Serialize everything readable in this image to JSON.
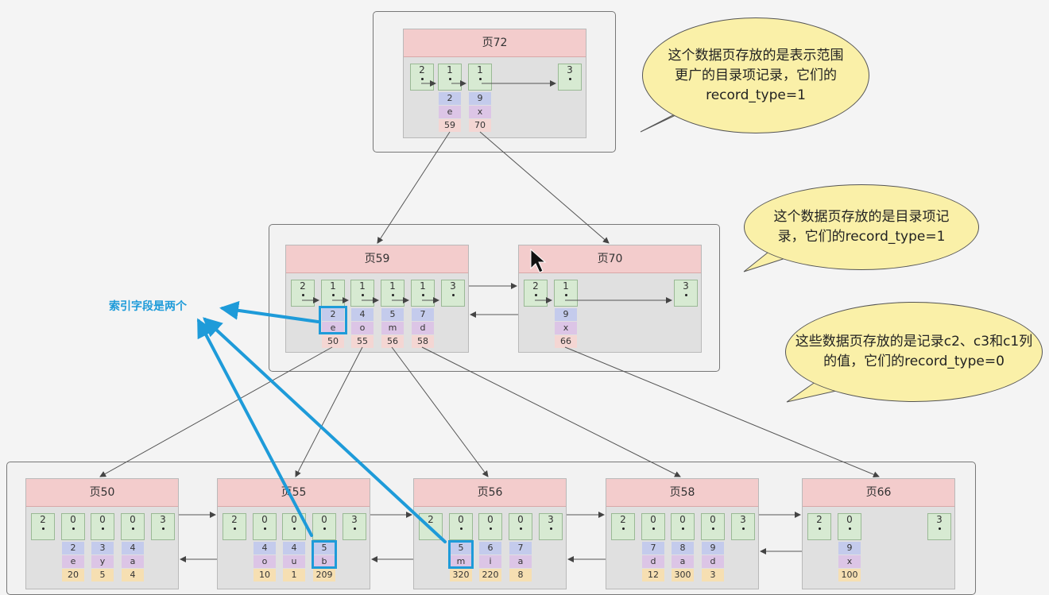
{
  "pages": {
    "p72": {
      "title": "页72",
      "records": [
        "2",
        "1",
        "1",
        "3"
      ],
      "c2": [
        "2",
        "9"
      ],
      "c3": [
        "e",
        "x"
      ],
      "c1": [
        "59",
        "70"
      ]
    },
    "p59": {
      "title": "页59",
      "records": [
        "2",
        "1",
        "1",
        "1",
        "1",
        "3"
      ],
      "c2": [
        "2",
        "4",
        "5",
        "7"
      ],
      "c3": [
        "e",
        "o",
        "m",
        "d"
      ],
      "c1": [
        "50",
        "55",
        "56",
        "58"
      ]
    },
    "p70": {
      "title": "页70",
      "records": [
        "2",
        "1",
        "3"
      ],
      "c2": [
        "9"
      ],
      "c3": [
        "x"
      ],
      "c1": [
        "66"
      ]
    },
    "p50": {
      "title": "页50",
      "records": [
        "2",
        "0",
        "0",
        "0",
        "3"
      ],
      "c2": [
        "2",
        "3",
        "4"
      ],
      "c3": [
        "e",
        "y",
        "a"
      ],
      "c1": [
        "20",
        "5",
        "4"
      ]
    },
    "p55": {
      "title": "页55",
      "records": [
        "2",
        "0",
        "0",
        "0",
        "3"
      ],
      "c2": [
        "4",
        "4",
        "5"
      ],
      "c3": [
        "o",
        "u",
        "b"
      ],
      "c1": [
        "10",
        "1",
        "209"
      ]
    },
    "p56": {
      "title": "页56",
      "records": [
        "2",
        "0",
        "0",
        "0",
        "3"
      ],
      "c2": [
        "5",
        "6",
        "7"
      ],
      "c3": [
        "m",
        "i",
        "a"
      ],
      "c1": [
        "320",
        "220",
        "8"
      ]
    },
    "p58": {
      "title": "页58",
      "records": [
        "2",
        "0",
        "0",
        "0",
        "3"
      ],
      "c2": [
        "7",
        "8",
        "9"
      ],
      "c3": [
        "d",
        "a",
        "d"
      ],
      "c1": [
        "12",
        "300",
        "3"
      ]
    },
    "p66": {
      "title": "页66",
      "records": [
        "2",
        "0",
        "3"
      ],
      "c2": [
        "9"
      ],
      "c3": [
        "x"
      ],
      "c1": [
        "100"
      ]
    }
  },
  "bubbles": {
    "top": "这个数据页存放的是表示范围更广的目录项记录，它们的record_type=1",
    "mid": "这个数据页存放的是目录项记录，它们的record_type=1",
    "bottom": "这些数据页存放的是记录c2、c3和c1列的值，它们的record_type=0"
  },
  "annotation": "索引字段是两个",
  "colors": {
    "highlight": "#1e9bd9",
    "header": "#f3cccc",
    "record": "#d7ead2",
    "bubble": "#faf0a8"
  }
}
